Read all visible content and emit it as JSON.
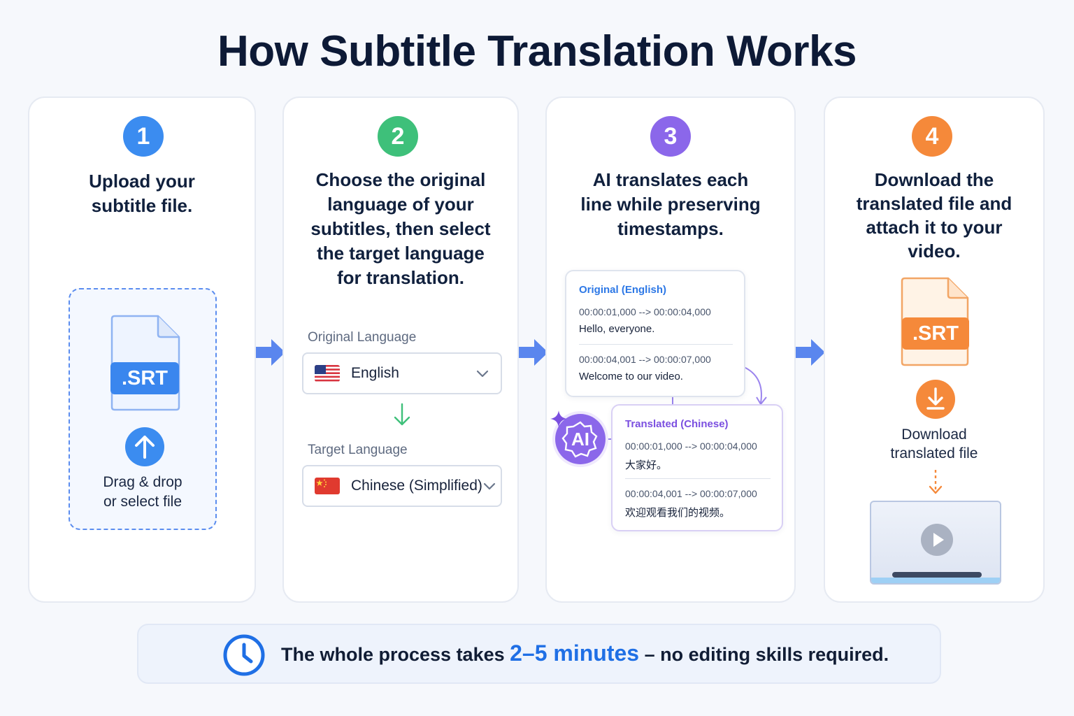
{
  "title": "How Subtitle Translation Works",
  "colors": {
    "step1": "#3b8cf0",
    "step2": "#3ec07a",
    "step3": "#8b67ea",
    "step4": "#f5893a",
    "flow_arrow": "#5a86ee",
    "highlight": "#1f6fe5"
  },
  "steps": [
    {
      "number": "1",
      "lines": [
        "Upload your",
        "subtitle file."
      ],
      "file_label": ".SRT",
      "upload_icon": "upload-arrow-icon",
      "drop_lines": [
        "Drag & drop",
        "or select file"
      ]
    },
    {
      "number": "2",
      "lines": [
        "Choose the original",
        "language of your",
        "subtitles, then select",
        "the target language",
        "for translation."
      ],
      "original_label": "Original Language",
      "original_value": "English",
      "original_flag": "us-flag-icon",
      "target_label": "Target Language",
      "target_value": "Chinese (Simplified)",
      "target_flag": "china-flag-icon"
    },
    {
      "number": "3",
      "lines": [
        "AI translates each",
        "line while preserving",
        "timestamps."
      ],
      "ai_label": "AI",
      "original_panel": {
        "heading": "Original (English)",
        "entries": [
          {
            "timestamp": "00:00:01,000 --> 00:00:04,000",
            "text": "Hello, everyone."
          },
          {
            "timestamp": "00:00:04,001 --> 00:00:07,000",
            "text": "Welcome to our video."
          }
        ]
      },
      "translated_panel": {
        "heading": "Translated (Chinese)",
        "entries": [
          {
            "timestamp": "00:00:01,000 --> 00:00:04,000",
            "text": "大家好。"
          },
          {
            "timestamp": "00:00:04,001 --> 00:00:07,000",
            "text": "欢迎观看我们的视频。"
          }
        ]
      }
    },
    {
      "number": "4",
      "lines": [
        "Download the",
        "translated file and",
        "attach it to your",
        "video."
      ],
      "file_label": ".SRT",
      "download_lines": [
        "Download",
        "translated file"
      ]
    }
  ],
  "banner": {
    "before": "The whole process takes ",
    "highlight": "2–5 minutes",
    "after": " – no editing skills required."
  }
}
